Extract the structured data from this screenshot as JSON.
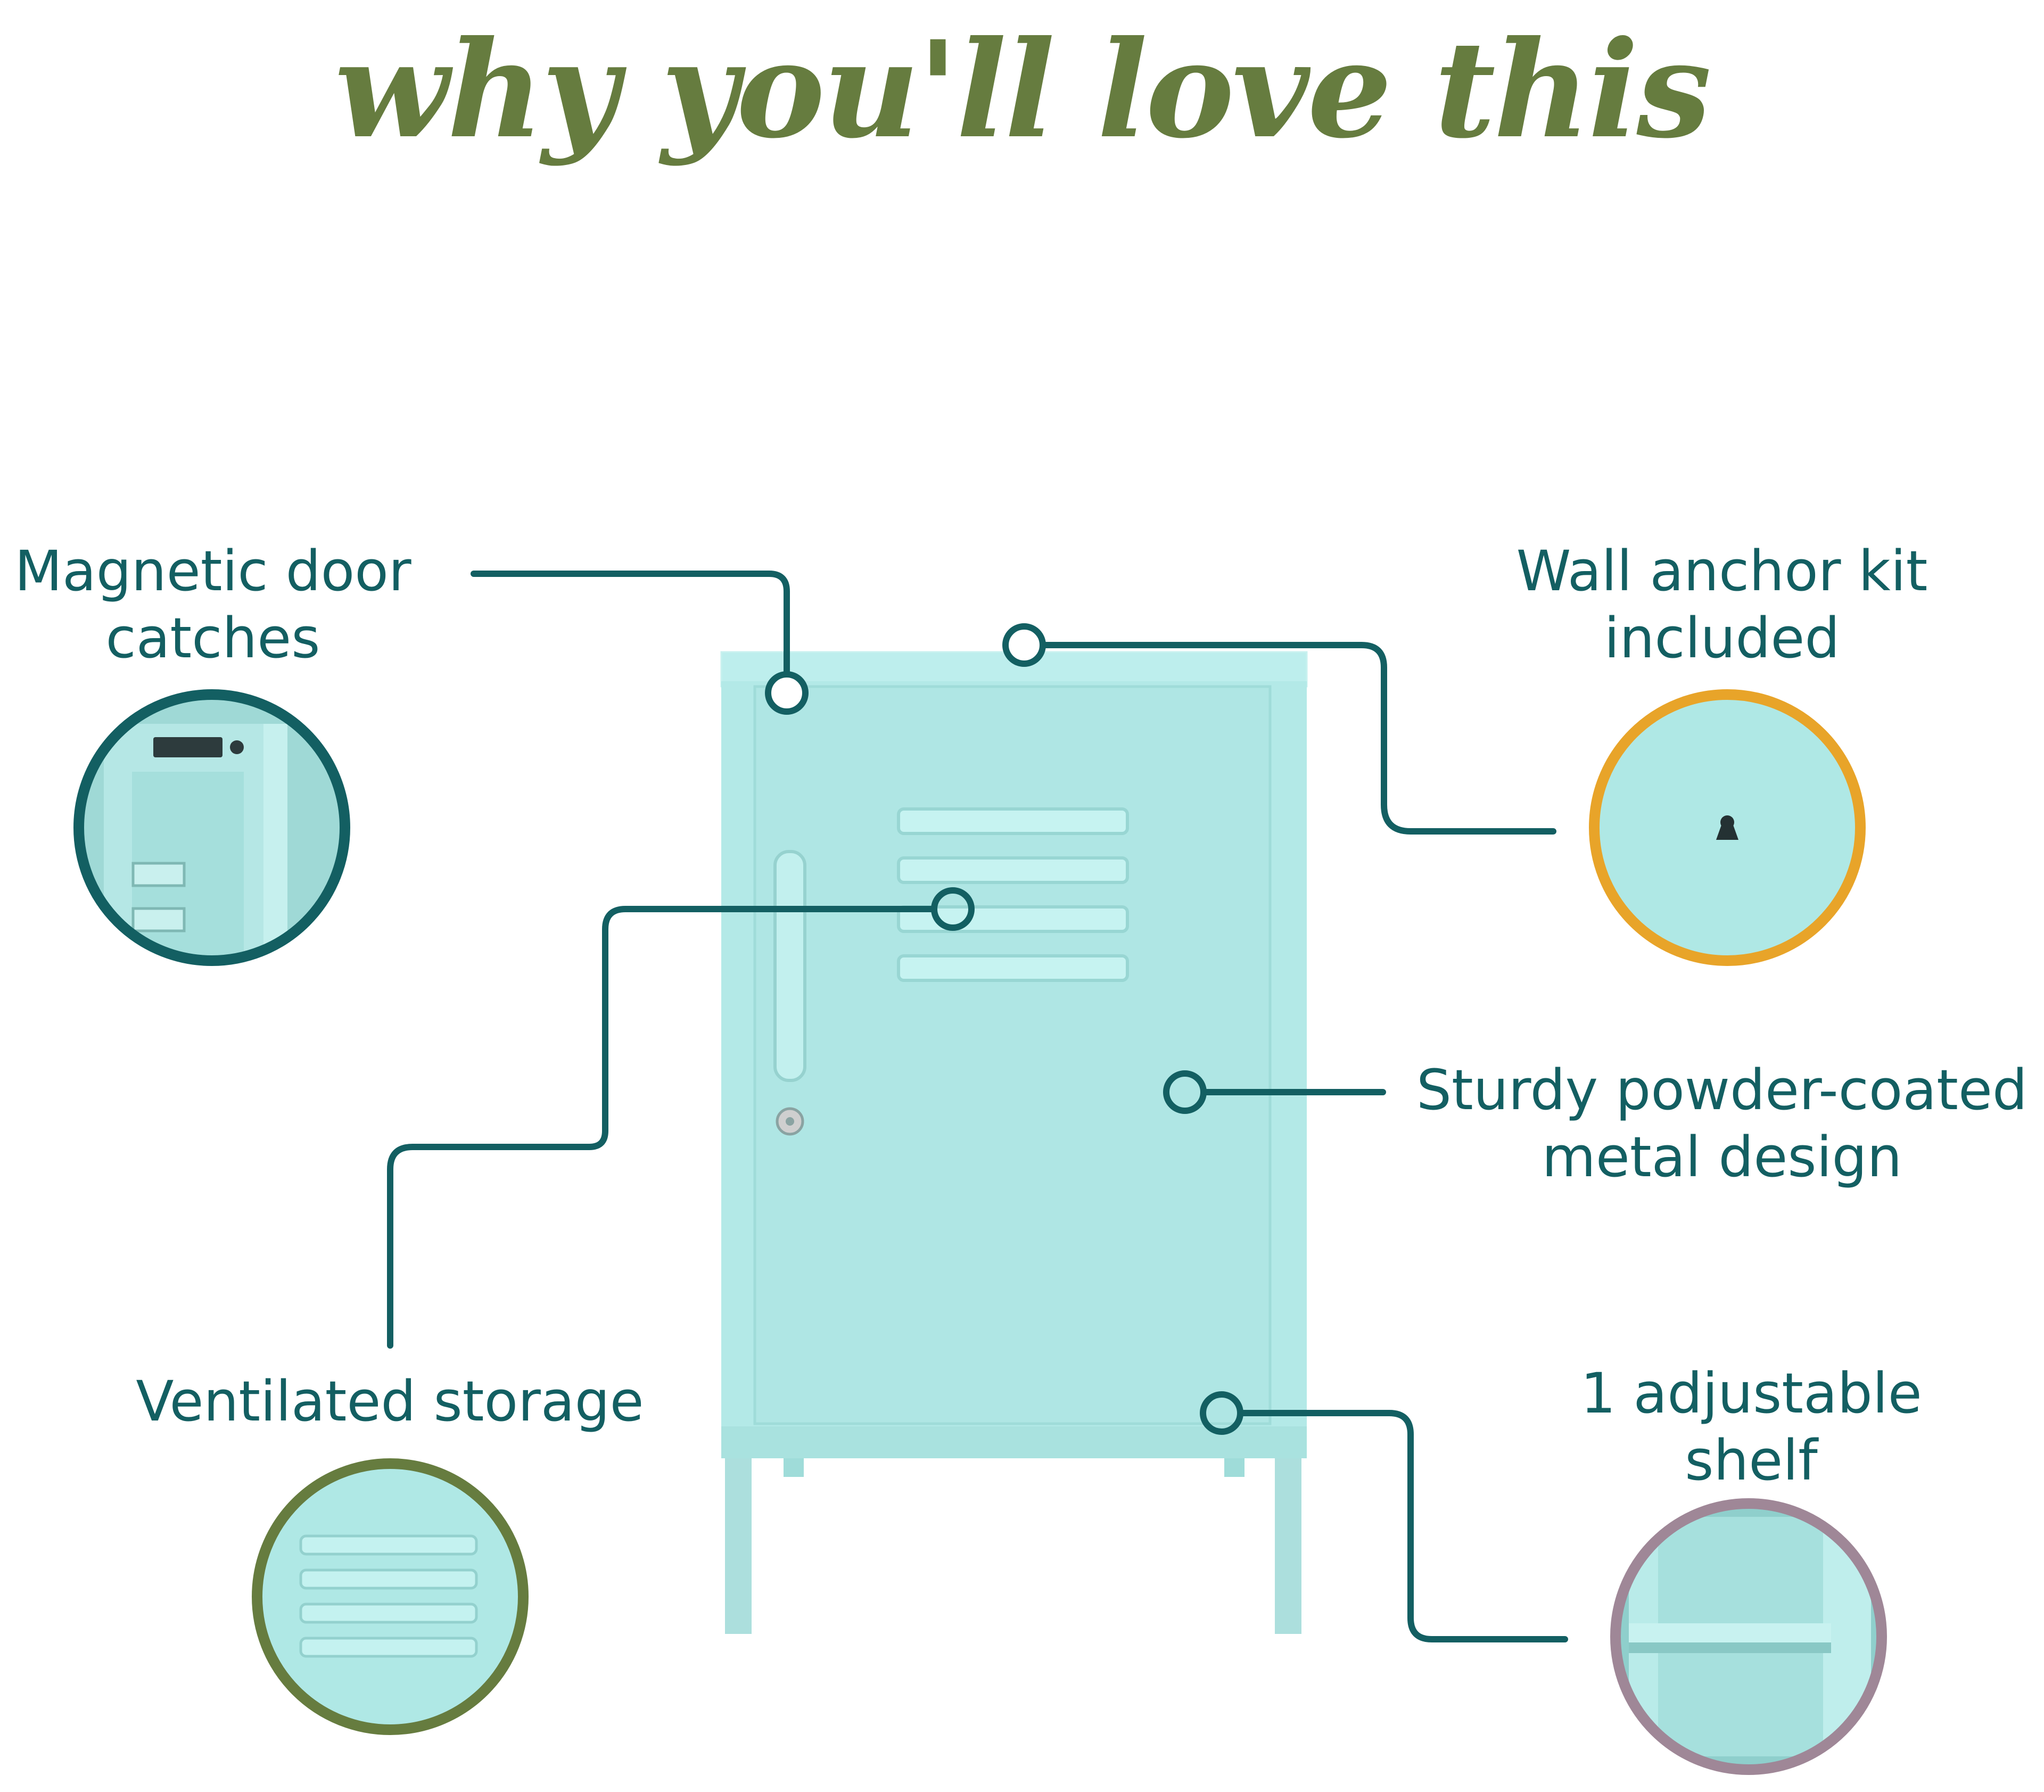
{
  "title": "why you'll love this",
  "colors": {
    "title": "#667c3f",
    "text": "#135f62",
    "leader_line": "#135f62",
    "cabinet": "#b3e9e7",
    "cabinet_shadow": "#9fdcd9",
    "magnetic_ring": "#135f62",
    "anchor_ring": "#e8a429",
    "vent_ring": "#667c3f",
    "shelf_ring": "#9f8797"
  },
  "features": {
    "magnetic": {
      "line1": "Magnetic door",
      "line2": "catches",
      "icon": "magnetic-catch-detail-icon"
    },
    "anchor": {
      "line1": "Wall anchor kit",
      "line2": "included",
      "icon": "keyhole-icon"
    },
    "sturdy": {
      "line1": "Sturdy powder-coated",
      "line2": "metal design"
    },
    "ventilated": {
      "line1": "Ventilated storage",
      "icon": "vent-slats-icon"
    },
    "shelf": {
      "line1": "1 adjustable",
      "line2": "shelf",
      "icon": "shelf-detail-icon"
    }
  }
}
